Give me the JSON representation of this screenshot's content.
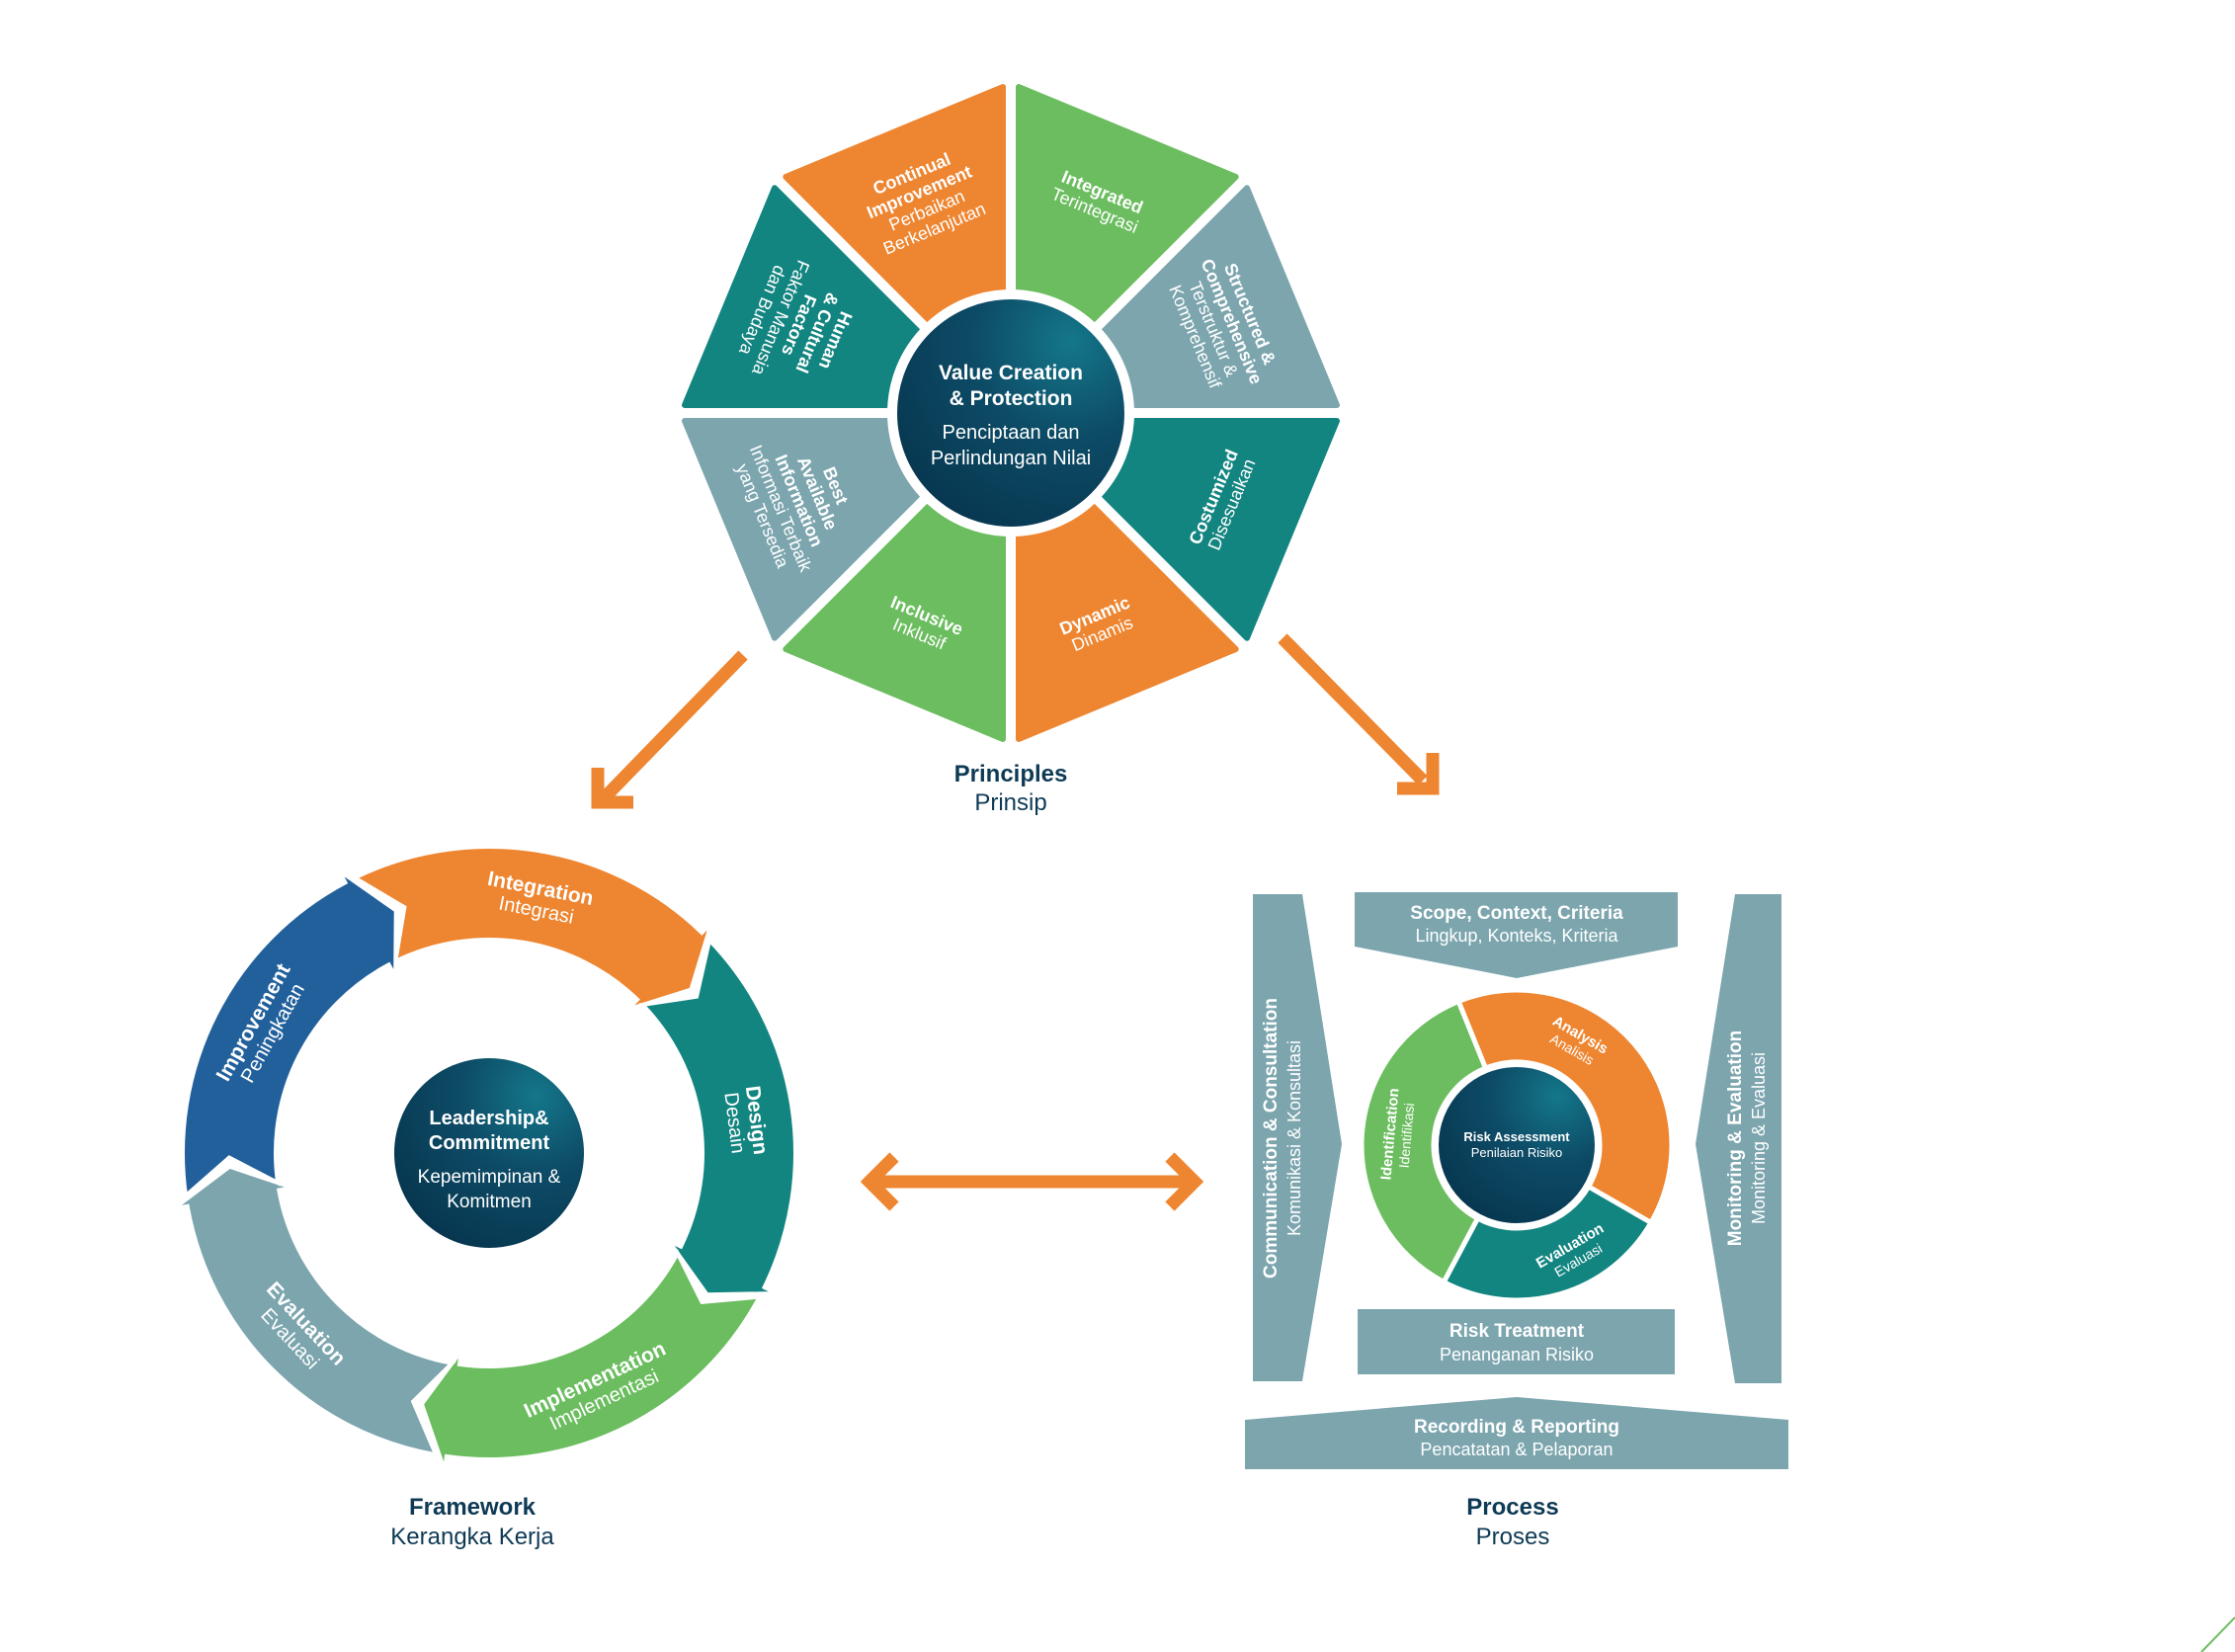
{
  "colors": {
    "orange": "#ee8530",
    "green": "#6bbd5f",
    "teal": "#138581",
    "slate": "#7ca5ae",
    "blue": "#22609c",
    "navy": "#0b3a54",
    "arrow": "#ee8530"
  },
  "principles": {
    "caption": {
      "title": "Principles",
      "subtitle": "Prinsip"
    },
    "center": {
      "title_line1": "Value Creation",
      "title_line2": "& Protection",
      "sub_line1": "Penciptaan dan",
      "sub_line2": "Perlindungan Nilai"
    },
    "segments": [
      {
        "name": "integrated",
        "title": [
          "Integrated"
        ],
        "sub": [
          "Terintegrasi"
        ],
        "color": "green"
      },
      {
        "name": "structured-comprehensive",
        "title": [
          "Structured &",
          "Comprehensive"
        ],
        "sub": [
          "Terstruktur &",
          "Komprehensif"
        ],
        "color": "slate"
      },
      {
        "name": "customized",
        "title": [
          "Costumized"
        ],
        "sub": [
          "Disesuaikan"
        ],
        "color": "teal"
      },
      {
        "name": "dynamic",
        "title": [
          "Dynamic"
        ],
        "sub": [
          "Dinamis"
        ],
        "color": "orange"
      },
      {
        "name": "inclusive",
        "title": [
          "Inclusive"
        ],
        "sub": [
          "Inklusif"
        ],
        "color": "green"
      },
      {
        "name": "best-available-information",
        "title": [
          "Best",
          "Available",
          "Information"
        ],
        "sub": [
          "Informasi Terbaik",
          "yang Tersedia"
        ],
        "color": "slate"
      },
      {
        "name": "human-cultural-factors",
        "title": [
          "Human",
          "& Cultural",
          "Factors"
        ],
        "sub": [
          "Faktor Manusia",
          "dan Budaya"
        ],
        "color": "teal"
      },
      {
        "name": "continual-improvement",
        "title": [
          "Continual",
          "Improvement"
        ],
        "sub": [
          "Perbaikan",
          "Berkelanjutan"
        ],
        "color": "orange"
      }
    ]
  },
  "framework": {
    "caption": {
      "title": "Framework",
      "subtitle": "Kerangka Kerja"
    },
    "center": {
      "title_line1": "Leadership&",
      "title_line2": "Commitment",
      "sub_line1": "Kepemimpinan &",
      "sub_line2": "Komitmen"
    },
    "stages": [
      {
        "name": "integration",
        "title": "Integration",
        "sub": "Integrasi",
        "color": "orange"
      },
      {
        "name": "design",
        "title": "Design",
        "sub": "Desain",
        "color": "teal"
      },
      {
        "name": "implementation",
        "title": "Implementation",
        "sub": "Implementasi",
        "color": "green"
      },
      {
        "name": "evaluation",
        "title": "Evaluation",
        "sub": "Evaluasi",
        "color": "slate"
      },
      {
        "name": "improvement",
        "title": "Improvement",
        "sub": "Peningkatan",
        "color": "blue"
      }
    ]
  },
  "process": {
    "caption": {
      "title": "Process",
      "subtitle": "Proses"
    },
    "scope": {
      "title": "Scope, Context, Criteria",
      "sub": "Lingkup, Konteks, Kriteria"
    },
    "communication": {
      "title": "Communication & Consultation",
      "sub": "Komunikasi & Konsultasi"
    },
    "monitoring": {
      "title": "Monitoring & Evaluation",
      "sub": "Monitoring & Evaluasi"
    },
    "treatment": {
      "title": "Risk Treatment",
      "sub": "Penanganan Risiko"
    },
    "recording": {
      "title": "Recording & Reporting",
      "sub": "Pencatatan & Pelaporan"
    },
    "assessment": {
      "center": {
        "title": "Risk Assessment",
        "sub": "Penilaian Risiko"
      },
      "parts": [
        {
          "name": "identification",
          "title": "Identification",
          "sub": "Identifikasi",
          "color": "green"
        },
        {
          "name": "analysis",
          "title": "Analysis",
          "sub": "Analisis",
          "color": "orange"
        },
        {
          "name": "evaluation",
          "title": "Evaluation",
          "sub": "Evaluasi",
          "color": "teal"
        }
      ]
    }
  }
}
